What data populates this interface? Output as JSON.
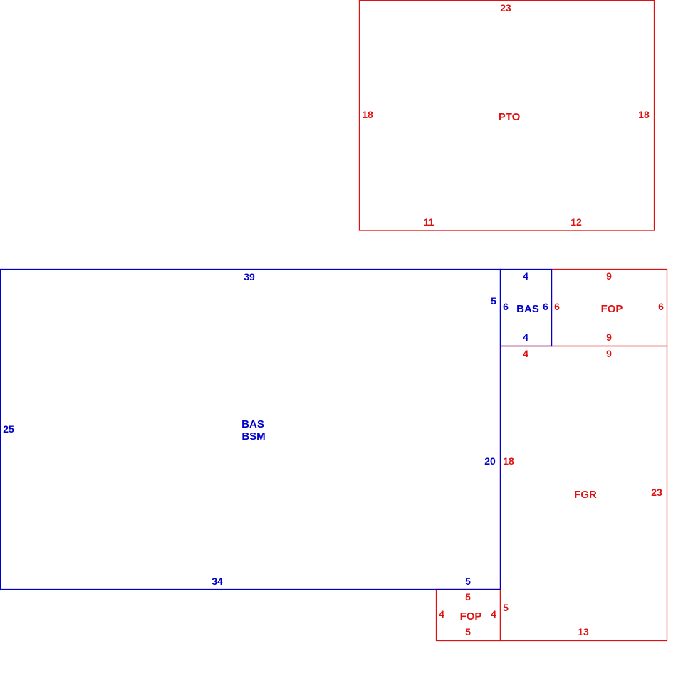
{
  "colors": {
    "blue": "#0000cc",
    "red": "#dd1111",
    "background": "#ffffff"
  },
  "pto": {
    "name": "PTO",
    "top": "23",
    "left": "18",
    "right": "18",
    "bottom_left": "11",
    "bottom_right": "12"
  },
  "main_area": {
    "name_line1": "BAS",
    "name_line2": "BSM",
    "top": "39",
    "left": "25",
    "right": "20",
    "bottom": "34",
    "notch_bottom": "5",
    "notch_right": "5"
  },
  "bas_small": {
    "name": "BAS",
    "top": "4",
    "bottom": "4",
    "left": "6",
    "right": "6"
  },
  "fop_top": {
    "name": "FOP",
    "top": "9",
    "bottom": "9",
    "left": "6",
    "right": "6"
  },
  "fgr": {
    "name": "FGR",
    "top_left": "4",
    "top_right": "9",
    "left": "18",
    "right": "23",
    "bottom": "13",
    "notch_left": "5"
  },
  "fop_bottom": {
    "name": "FOP",
    "top": "5",
    "bottom": "5",
    "left": "4",
    "right": "4"
  }
}
